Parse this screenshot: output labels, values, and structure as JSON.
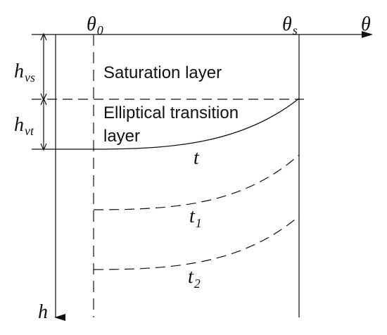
{
  "diagram": {
    "axes": {
      "theta": "θ",
      "h": "h"
    },
    "moisture_marks": [
      {
        "base": "θ",
        "sub": "0"
      },
      {
        "base": "θ",
        "sub": "s"
      }
    ],
    "layer_depths": [
      {
        "base": "h",
        "sub": "vs"
      },
      {
        "base": "h",
        "sub": "vt"
      }
    ],
    "regions": {
      "saturation": "Saturation layer",
      "transition_line1": "Elliptical transition",
      "transition_line2": "layer"
    },
    "times": [
      {
        "base": "t",
        "sub": ""
      },
      {
        "base": "t",
        "sub": "1"
      },
      {
        "base": "t",
        "sub": "2"
      }
    ]
  }
}
